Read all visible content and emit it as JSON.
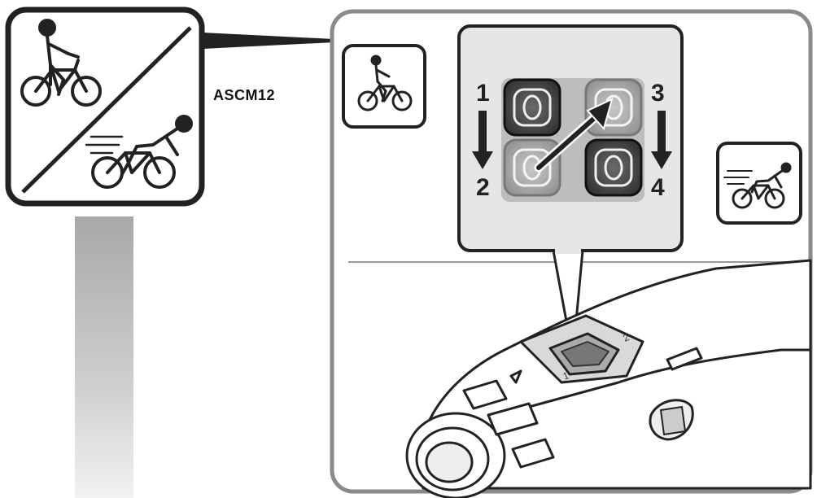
{
  "model_label": "ASCM12",
  "steps": [
    "1",
    "2",
    "3",
    "4"
  ],
  "dial_marks": [
    "1",
    "2"
  ],
  "icons": {
    "normal_mode": "cyclist-normal-icon",
    "sport_mode": "cyclist-sport-icon",
    "combined": "mode-switch-icon"
  },
  "colors": {
    "stroke": "#222222",
    "frame": "#888888",
    "button_dark": "#3a3a3a",
    "button_light": "#9a9a9a",
    "gradient_bar": "#b5b5b5"
  }
}
